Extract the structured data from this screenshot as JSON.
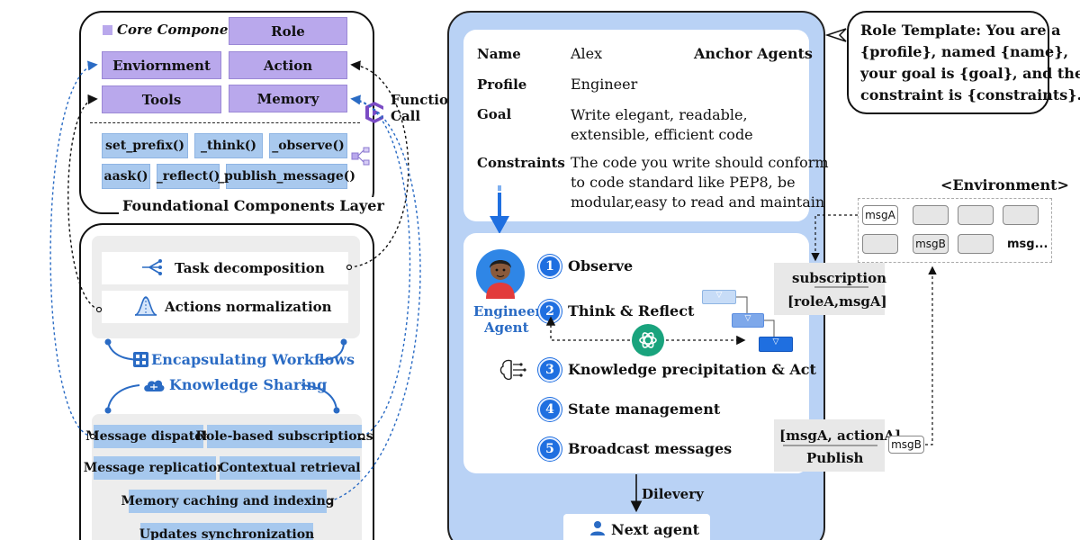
{
  "foundational": {
    "core_label": "Core Components",
    "chips": {
      "role": "Role",
      "environment": "Enviornment",
      "action": "Action",
      "tools": "Tools",
      "memory": "Memory"
    },
    "functions": [
      "set_prefix()",
      "_think()",
      "_observe()",
      "aask()",
      "_reflect()",
      "_publish_message()"
    ],
    "title": "Foundational Components Layer"
  },
  "function_call": {
    "line1": "Function",
    "line2": "Call"
  },
  "collaboration": {
    "task_decomposition": "Task decomposition",
    "actions_normalization": "Actions normalization",
    "encapsulating_workflows": "Encapsulating Workflows",
    "knowledge_sharing": "Knowledge Sharing",
    "items": {
      "message_dispatch": "Message dispatch",
      "role_based_subscriptions": "Role-based subscriptions",
      "message_replication": "Message replication",
      "contextual_retrieval": "Contextual retrieval",
      "memory_caching": "Memory caching and indexing",
      "updates_sync": "Updates synchronization"
    }
  },
  "profile": {
    "name_label": "Name",
    "name_value": "Alex",
    "anchor_label": "Anchor Agents",
    "profile_label": "Profile",
    "profile_value": "Engineer",
    "goal_label": "Goal",
    "goal_line1": "Write elegant, readable,",
    "goal_line2": "extensible, efficient code",
    "constraints_label": "Constraints",
    "constraints_line1": "The code you write should conform",
    "constraints_line2": "to code standard like PEP8, be",
    "constraints_line3": "modular,easy to read and maintain"
  },
  "agent": {
    "label_line1": "Engineer",
    "label_line2": "Agent",
    "steps": [
      {
        "num": "1",
        "label": "Observe"
      },
      {
        "num": "2",
        "label": "Think & Reflect"
      },
      {
        "num": "3",
        "label": "Knowledge precipitation & Act"
      },
      {
        "num": "4",
        "label": "State management"
      },
      {
        "num": "5",
        "label": "Broadcast messages"
      }
    ]
  },
  "delivery": {
    "label": "Dilevery",
    "next_agent": "Next agent"
  },
  "role_template": {
    "line1": "Role Template: You are a",
    "line2": "{profile}, named {name},",
    "line3": "your goal is {goal}, and the",
    "line4": "constraint is {constraints}."
  },
  "environment": {
    "title": "<Environment>",
    "msgA": "msgA",
    "msgB": "msgB",
    "more": "msg..."
  },
  "subscription": {
    "title": "subscription",
    "value": "[roleA,msgA]"
  },
  "publish": {
    "value": "[msgA, actionA]",
    "title": "Publish",
    "msg": "msgB"
  },
  "colors": {
    "accent_blue": "#1f6fe0",
    "panel_blue": "#b9d2f5",
    "purple": "#b9a8ec",
    "chip_blue": "#a9c9ee"
  }
}
